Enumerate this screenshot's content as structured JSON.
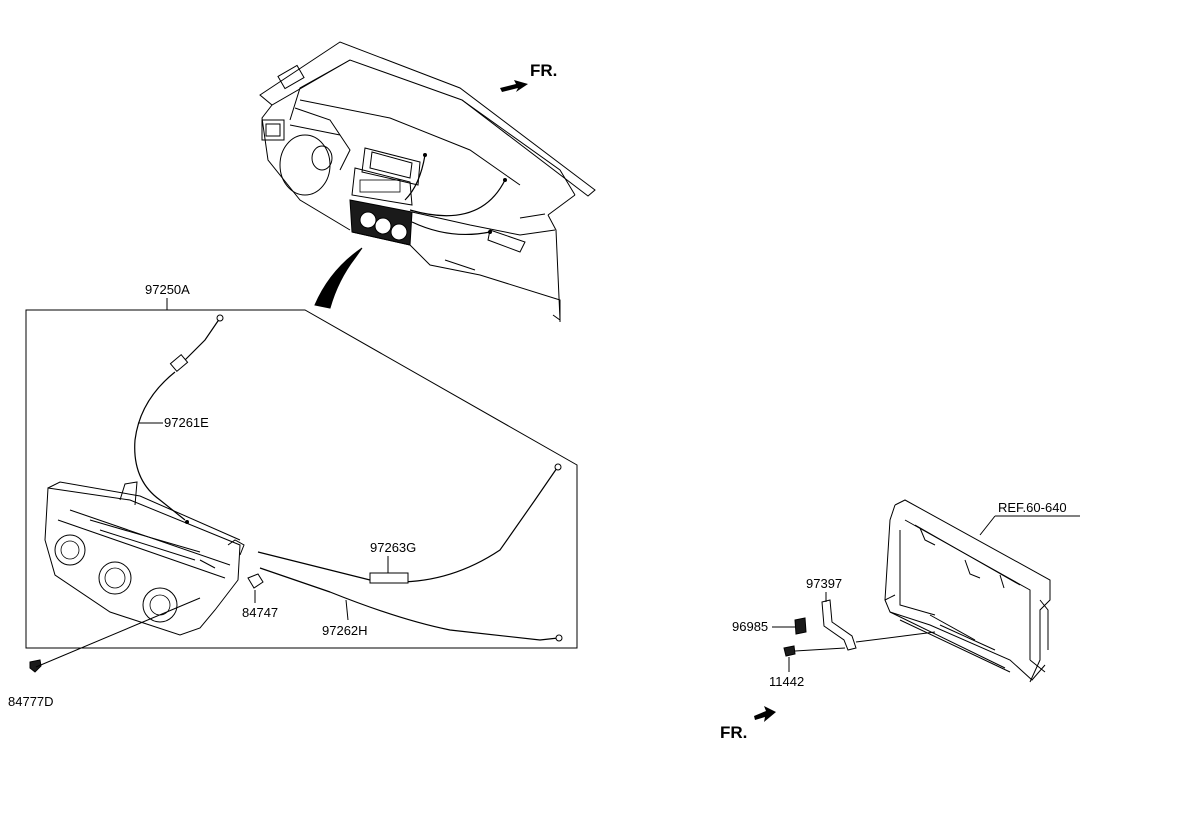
{
  "labels": {
    "assembly_ref": "97250A",
    "cable_upper": "97261E",
    "cable_right": "97263G",
    "cable_lower": "97262H",
    "knob": "84747",
    "screw": "84777D",
    "bracket": "97397",
    "clip": "96985",
    "bolt": "11442",
    "ref_frame": "REF.60-640"
  },
  "direction": {
    "top": "FR.",
    "bottom": "FR."
  }
}
